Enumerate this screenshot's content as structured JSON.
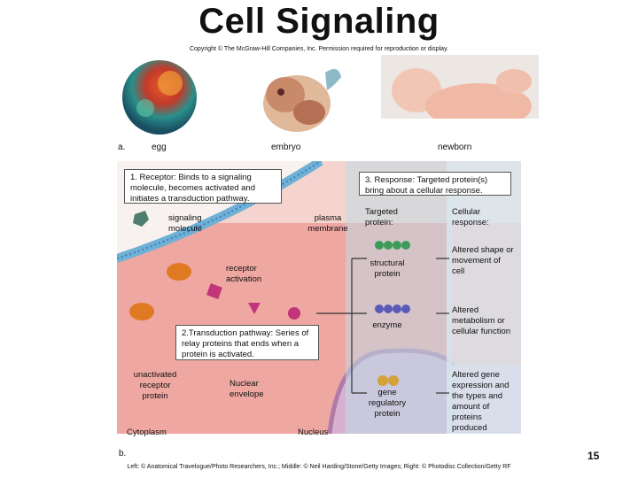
{
  "title": "Cell Signaling",
  "copyright": "Copyright © The McGraw-Hill Companies, Inc. Permission required for reproduction or display.",
  "panel_a": {
    "letter": "a.",
    "labels": [
      "egg",
      "embryo",
      "newborn"
    ]
  },
  "panel_b": {
    "letter": "b.",
    "step1": "1. Receptor: Binds to a signaling molecule, becomes activated and initiates a transduction pathway.",
    "step2": "2.Transduction pathway: Series of relay proteins that ends when a protein is activated.",
    "step3": "3. Response: Targeted protein(s) bring about a cellular response.",
    "signaling_molecule": "signaling molecule",
    "plasma_membrane": "plasma membrane",
    "receptor_activation": "receptor activation",
    "unactivated_receptor": "unactivated receptor protein",
    "nuclear_envelope": "Nuclear envelope",
    "cytoplasm": "Cytoplasm",
    "nucleus": "Nucleus",
    "targeted_header": "Targeted protein:",
    "response_header": "Cellular response:",
    "rows": [
      {
        "protein": "structural protein",
        "response": "Altered shape or movement of cell"
      },
      {
        "protein": "enzyme",
        "response": "Altered metabolism or cellular function"
      },
      {
        "protein": "gene regulatory protein",
        "response": "Altered gene expression and the types and amount of proteins produced"
      }
    ]
  },
  "credits": "Left: © Anatomical Travelogue/Photo Researchers, Inc.; Middle: © Neil Harding/Stone/Getty Images; Right: © Photodisc Collection/Getty RF",
  "page_number": "15",
  "colors": {
    "cytoplasm": "#efa7a2",
    "nucleus": "#d6b2d0",
    "membrane": "#6fb0d6",
    "column": "#bfdbe6",
    "receptor": "#e07a22",
    "enzyme": "#5a5ab8",
    "structural": "#3d9b58"
  }
}
